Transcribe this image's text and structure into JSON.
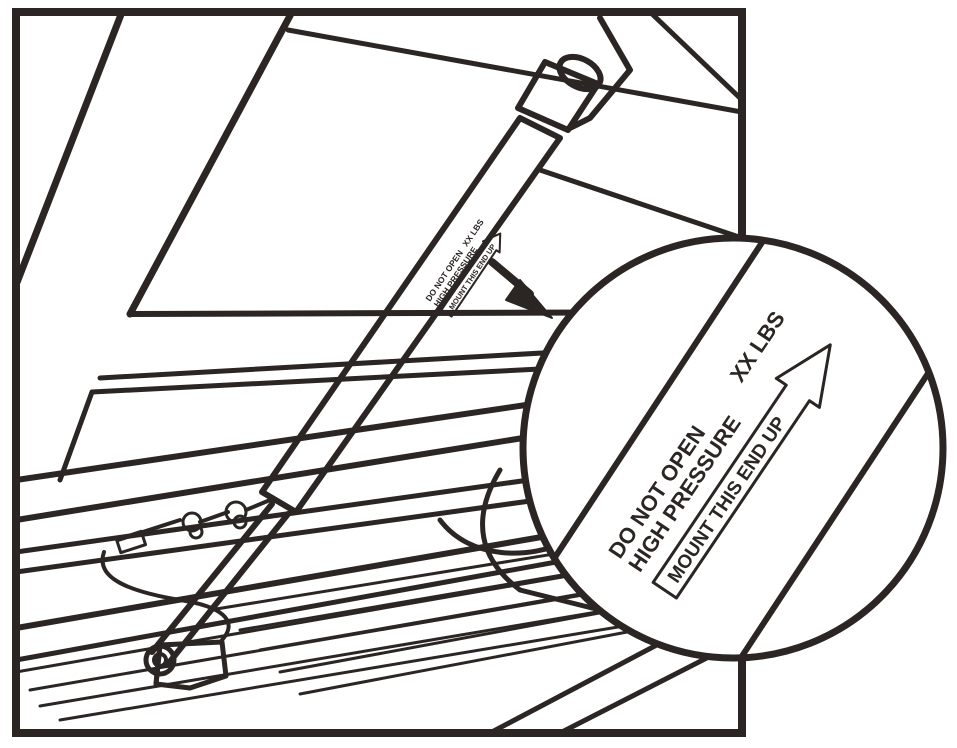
{
  "colors": {
    "ink": "#2b2624",
    "paper": "#ffffff"
  },
  "strut_label": {
    "warning_line1": "DO NOT OPEN",
    "warning_line2": "HIGH PRESSURE",
    "rating": "XX LBS",
    "mount_note": "MOUNT THIS END UP"
  },
  "callout_label": {
    "warning_line1": "DO NOT OPEN",
    "warning_line2": "HIGH PRESSURE",
    "rating": "XX LBS",
    "mount_note": "MOUNT THIS END UP"
  },
  "icons": [
    "arrow-down-right-icon",
    "up-arrow-icon"
  ]
}
